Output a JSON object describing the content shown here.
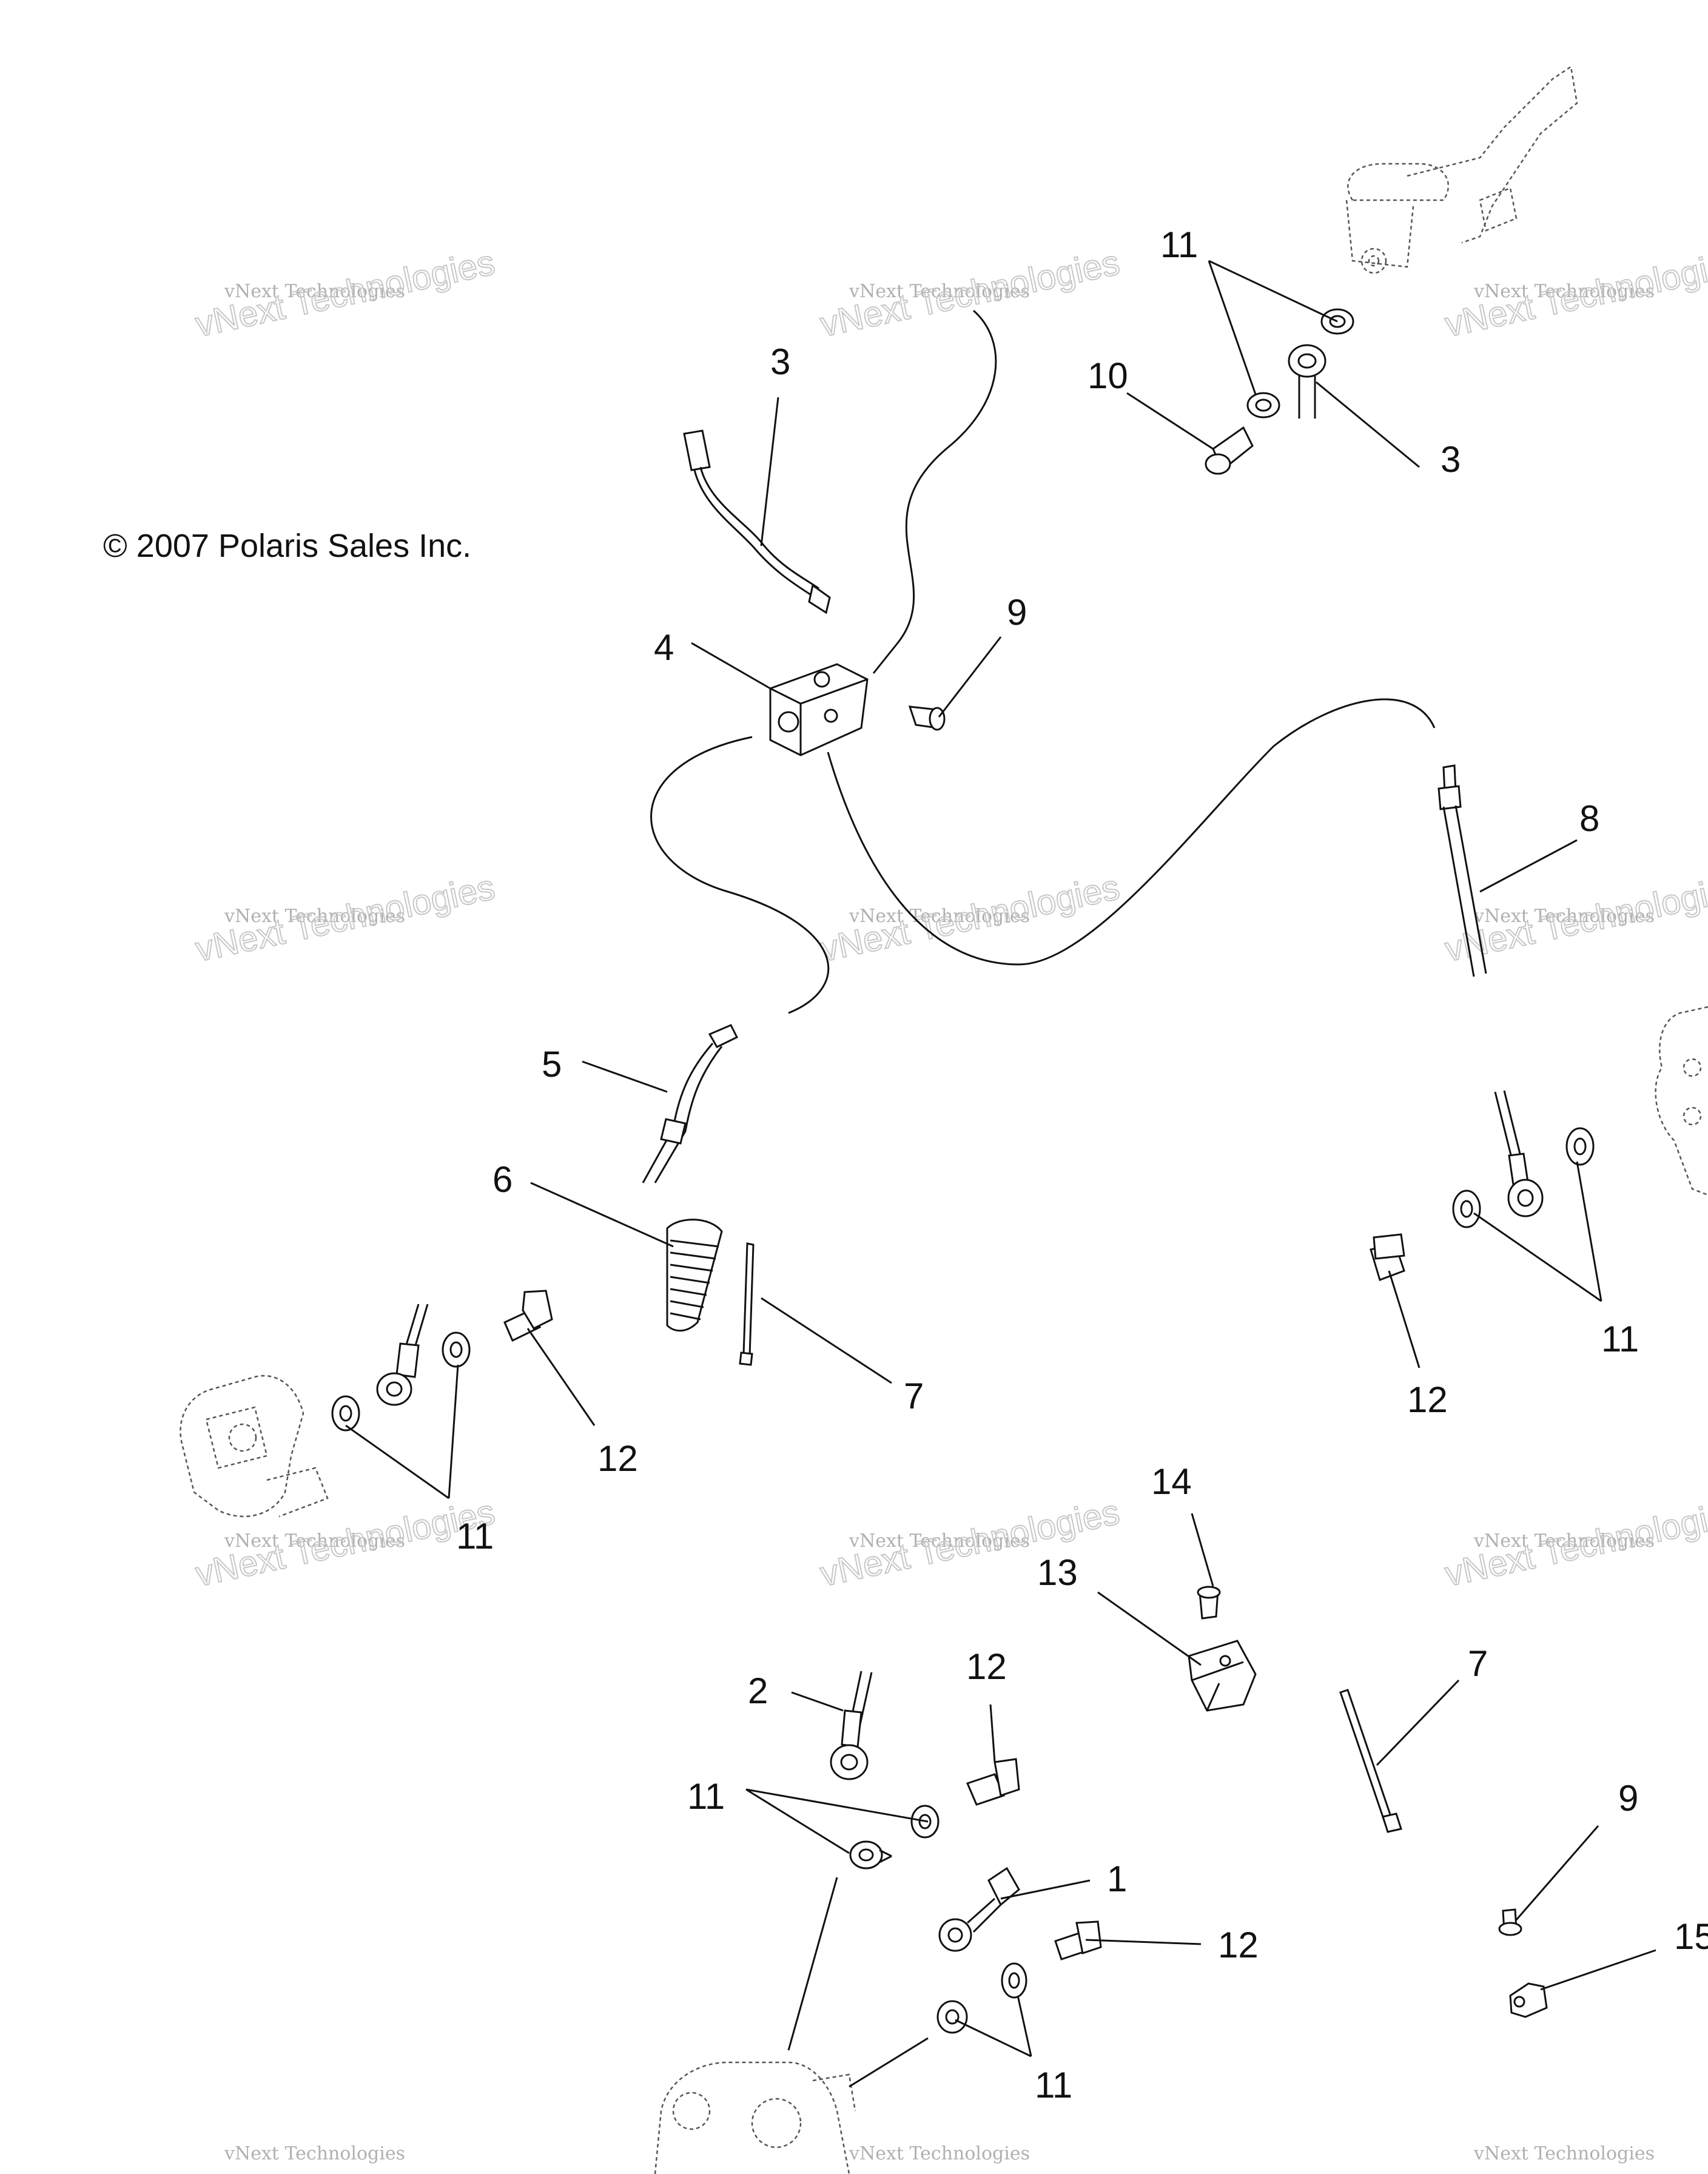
{
  "copyright": "© 2007 Polaris Sales Inc.",
  "watermark": {
    "line1": "vNext Technologies",
    "line2": "vNext Technologies"
  },
  "callouts": [
    "3",
    "3",
    "11",
    "10",
    "9",
    "4",
    "8",
    "5",
    "6",
    "7",
    "12",
    "11",
    "12",
    "11",
    "14",
    "13",
    "12",
    "2",
    "11",
    "7",
    "9",
    "1",
    "12",
    "15",
    "11"
  ],
  "colors": {
    "ink": "#111111",
    "watermark": "#b0b0b0"
  }
}
